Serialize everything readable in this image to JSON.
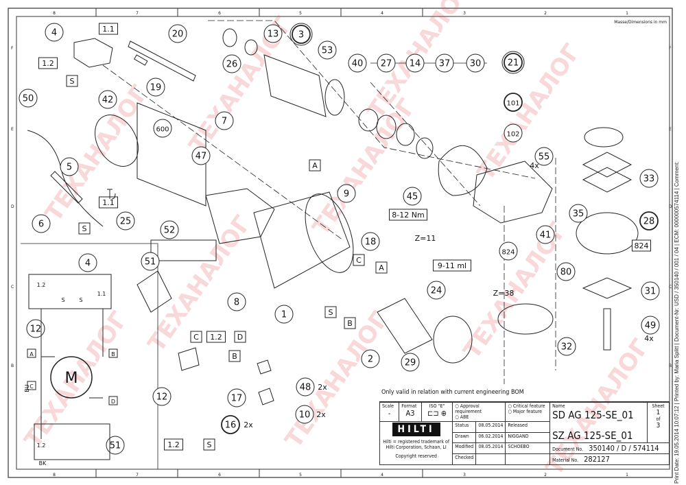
{
  "drawing": {
    "dimensions_note": "Masse/Dimensions in mm",
    "column_labels": [
      "8",
      "7",
      "6",
      "5",
      "4",
      "3",
      "2",
      "1"
    ],
    "row_labels": [
      "F",
      "E",
      "D",
      "C",
      "B"
    ],
    "callouts": [
      "4",
      "20",
      "19",
      "26",
      "13",
      "3",
      "53",
      "40",
      "27",
      "14",
      "37",
      "30",
      "21",
      "101",
      "102",
      "55",
      "33",
      "28",
      "35",
      "50",
      "42",
      "7",
      "600",
      "47",
      "5",
      "6",
      "25",
      "52",
      "9",
      "45",
      "18",
      "41",
      "824",
      "80",
      "31",
      "49",
      "32",
      "24",
      "29",
      "2",
      "1",
      "8",
      "51",
      "12",
      "17",
      "16",
      "48",
      "10",
      "4",
      "12",
      "51"
    ],
    "boxes": [
      "1.1",
      "1.2",
      "S",
      "1.1",
      "S",
      "A",
      "8-12 Nm",
      "9-11 ml",
      "C",
      "A",
      "S",
      "B",
      "C",
      "1.2",
      "D",
      "B",
      "1.2",
      "S",
      "824"
    ],
    "annotations": [
      "Z=11",
      "Z=38",
      "4x",
      "4x",
      "2x",
      "2x",
      "2x"
    ],
    "schematic_labels": [
      "1.2",
      "1.1",
      "S",
      "S",
      "A",
      "B",
      "C",
      "D",
      "BU",
      "BK",
      "M",
      "1.2"
    ],
    "watermark": "ТЕХАНАЛОГ"
  },
  "title_block": {
    "validity_note": "Only valid in relation with current engineering BOM",
    "scale_label": "Scale",
    "scale_value": "-",
    "format_label": "Format",
    "format_value": "A3",
    "iso_label": "ISO \"E\"",
    "approval": "Approval requirement",
    "abe": "ABE",
    "critical": "Critical feature",
    "major": "Major feature",
    "name_label": "Name",
    "name_1": "SD AG 125-SE_01",
    "name_2": "SZ AG 125-SE_01",
    "sheet_label": "Sheet",
    "sheet_no": "1",
    "sheet_of": "of",
    "sheet_total": "3",
    "logo": "HILTI",
    "trademark": "Hilti = registered trademark of Hilti Corporation, Schaan, LI",
    "copyright": "Copyright reserved",
    "rows": [
      {
        "label": "Status",
        "date": "08.05.2014",
        "who": "Released"
      },
      {
        "label": "Drawn",
        "date": "06.02.2014",
        "who": "NIGGAND"
      },
      {
        "label": "Modified",
        "date": "08.05.2014",
        "who": "SCHOEBO"
      },
      {
        "label": "Checked",
        "date": "",
        "who": ""
      }
    ],
    "document_label": "Document No.",
    "document_no": "350140 / D / 574114",
    "material_label": "Material No.",
    "material_no": "282127"
  },
  "print_info": "Print Date: 19.05.2014 10:07:12 | Printed by: Maria Splitt | Document-Nr: USD / 350140 / 001 / 04 | ECM: 000000574114 | Comment:"
}
